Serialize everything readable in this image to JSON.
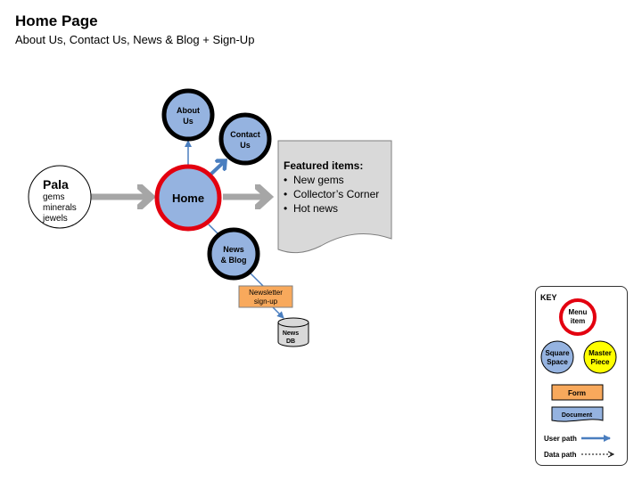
{
  "header": {
    "title": "Home Page",
    "subtitle": "About Us, Contact Us, News & Blog + Sign-Up"
  },
  "nodes": {
    "pala": {
      "title": "Pala",
      "lines": [
        "gems",
        "minerals",
        "jewels"
      ]
    },
    "home": {
      "label": "Home"
    },
    "about": {
      "lines": [
        "About",
        "Us"
      ]
    },
    "contact": {
      "lines": [
        "Contact",
        "Us"
      ]
    },
    "news_blog": {
      "lines": [
        "News",
        "& Blog"
      ]
    },
    "newsletter": {
      "lines": [
        "Newsletter",
        "sign-up"
      ]
    },
    "news_db": {
      "lines": [
        "News",
        "DB"
      ]
    }
  },
  "featured": {
    "heading": "Featured items:",
    "items": [
      "New gems",
      "Collector’s Corner",
      "Hot news"
    ]
  },
  "key": {
    "title": "KEY",
    "menu_item": [
      "Menu",
      "item"
    ],
    "square_space": [
      "Square",
      "Space"
    ],
    "master_piece": [
      "Master",
      "Piece"
    ],
    "form": "Form",
    "document": "Document",
    "user_path": "User path",
    "data_path": "Data path"
  },
  "colors": {
    "node_blue": "#95b3e0",
    "menu_red": "#e3000f",
    "master_yellow": "#ffff00",
    "form_orange": "#f8a95c",
    "doc_gray": "#d9d9d9",
    "arrow_gray": "#a6a6a6",
    "arrow_blue": "#4a7ebf"
  }
}
